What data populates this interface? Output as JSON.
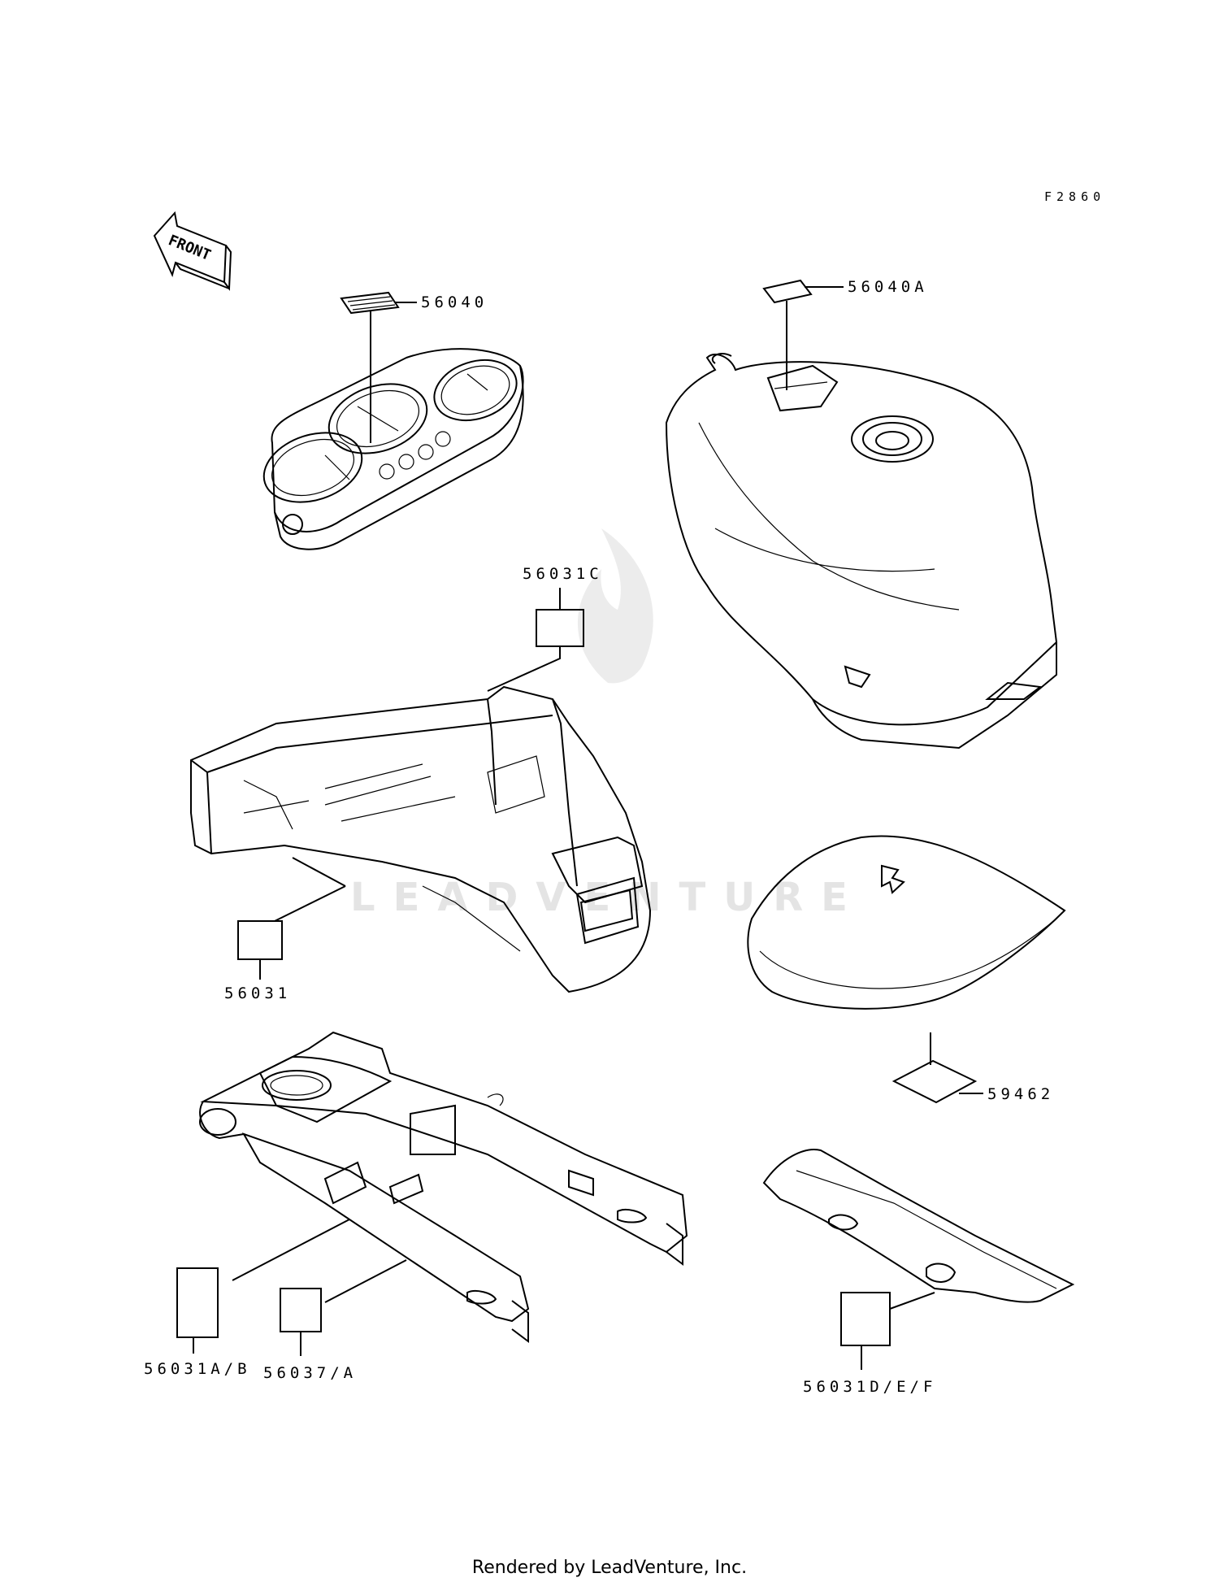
{
  "diagram": {
    "figure_code": "F2860",
    "direction_label": "FRONT",
    "watermark_text": "LEADVENTURE",
    "footer": "Rendered by LeadVenture, Inc.",
    "callouts": [
      {
        "id": "c1",
        "label": "56040",
        "part": "meter-assembly"
      },
      {
        "id": "c2",
        "label": "56040A",
        "part": "fuel-tank"
      },
      {
        "id": "c3",
        "label": "56031C",
        "part": "rear-fender"
      },
      {
        "id": "c4",
        "label": "56031",
        "part": "rear-fender"
      },
      {
        "id": "c5",
        "label": "59462",
        "part": "seat"
      },
      {
        "id": "c6",
        "label": "56031A/B",
        "part": "swingarm"
      },
      {
        "id": "c7",
        "label": "56037/A",
        "part": "swingarm"
      },
      {
        "id": "c8",
        "label": "56031D/E/F",
        "part": "chain-cover"
      }
    ]
  }
}
